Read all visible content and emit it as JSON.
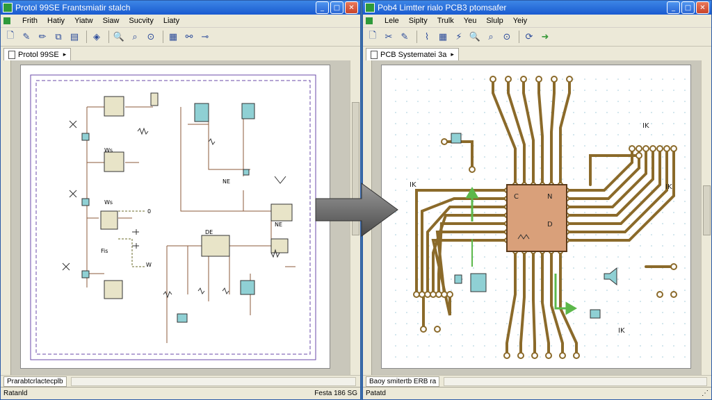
{
  "left_window": {
    "title": "Protol 99SE Frantsmiatir stalch",
    "menu": [
      "Frith",
      "Hatiy",
      "Yiatw",
      "Siaw",
      "Sucvity",
      "Liaty"
    ],
    "tab_label": "Protol 99SE",
    "hbar_tab": "Prarabtcrlactecplb",
    "status_left": "Ratanld",
    "status_right": "Festa 186 SG",
    "labels": [
      "Ws",
      "Ws",
      "Fis",
      "0",
      "W",
      "DE",
      "NE",
      "NE"
    ]
  },
  "right_window": {
    "title": "Pob4 Limtter rialo PCB3 ptomsafer",
    "menu": [
      "Lele",
      "Siplty",
      "Trulk",
      "Yeu",
      "Slulp",
      "Yeiy"
    ],
    "tab_label": "PCB Systematei 3a",
    "hbar_tab": "Baoy smitertb ERB ra",
    "status_left": "Patatd",
    "labels": [
      "C",
      "N",
      "D",
      "IK",
      "IK",
      "IK",
      "IK"
    ]
  },
  "colors": {
    "title_bar": "#2a66d4",
    "window_bg": "#ece9d8",
    "trace": "#8b6a2a",
    "component": "#e8e4c8",
    "cap": "#8fd0d4",
    "ic": "#d9a07a",
    "arrow_green": "#5cb84a",
    "border_purple": "#6a4aa8"
  },
  "icons": {
    "minimize": "minimize-icon",
    "maximize": "maximize-icon",
    "close": "close-icon"
  }
}
